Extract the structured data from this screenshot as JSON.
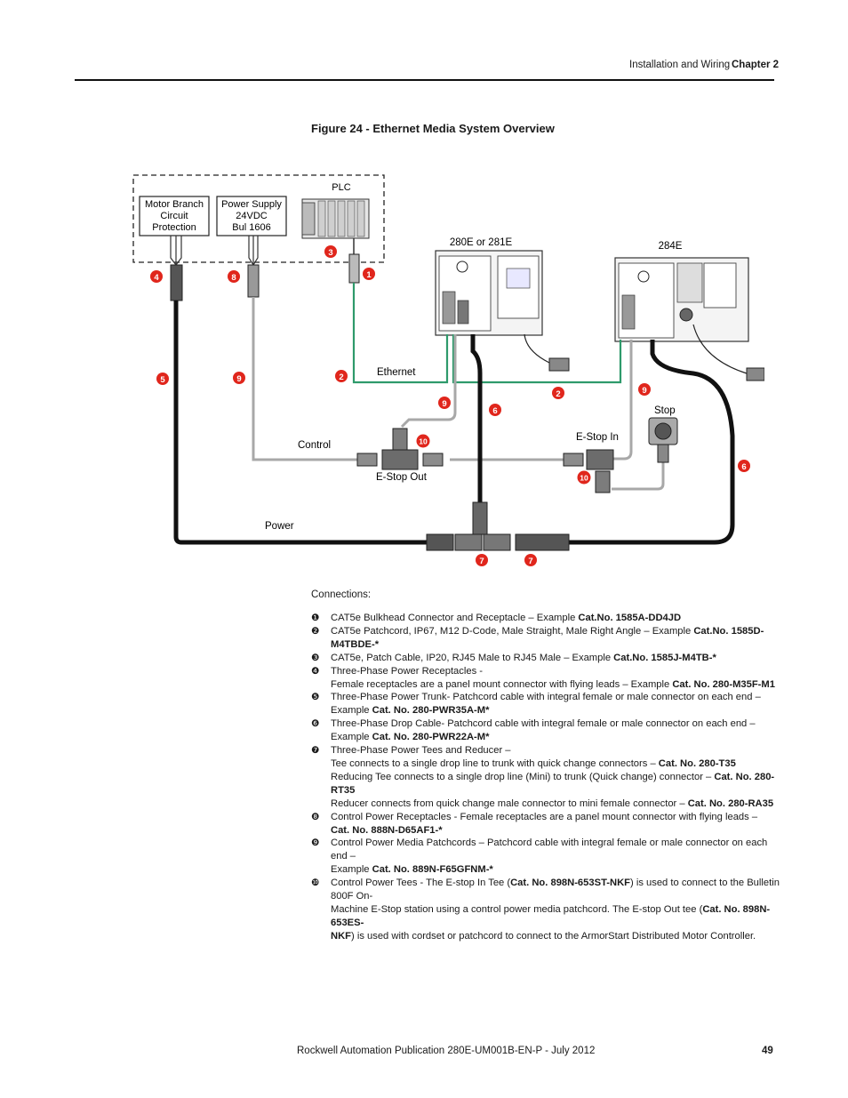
{
  "header": {
    "section": "Installation and Wiring",
    "chapter": "Chapter 2"
  },
  "figure": {
    "title": "Figure 24 - Ethernet Media System Overview",
    "labels": {
      "motor_branch": [
        "Motor Branch",
        "Circuit",
        "Protection"
      ],
      "power_supply": [
        "Power Supply",
        "24VDC",
        "Bul 1606"
      ],
      "plc": "PLC",
      "unit_280": "280E or 281E",
      "unit_284": "284E",
      "ethernet": "Ethernet",
      "control": "Control",
      "e_stop_out": "E-Stop Out",
      "e_stop_in": "E-Stop In",
      "stop": "Stop",
      "power": "Power"
    },
    "callouts": {
      "c4": "4",
      "c8": "8",
      "c3": "3",
      "c1": "1",
      "c5": "5",
      "c9a": "9",
      "c2a": "2",
      "c9b": "9",
      "c6a": "6",
      "c2b": "2",
      "c9c": "9",
      "c10a": "10",
      "c10b": "10",
      "c6b": "6",
      "c7a": "7",
      "c7b": "7"
    },
    "colors": {
      "ethernet": "#2e9a6b",
      "control": "#a8a8a8",
      "power": "#111111",
      "callout": "#e0261c"
    }
  },
  "connections": {
    "title": "Connections:",
    "items": [
      {
        "num": "❶",
        "lines": [
          {
            "t": "CAT5e Bulkhead Connector and Receptacle – Example ",
            "b": "Cat.No. 1585A-DD4JD",
            "a": ""
          }
        ]
      },
      {
        "num": "❷",
        "lines": [
          {
            "t": "CAT5e Patchcord, IP67, M12 D-Code, Male Straight, Male Right Angle – Example ",
            "b": "Cat.No. 1585D-M4TBDE-*",
            "a": ""
          }
        ]
      },
      {
        "num": "❸",
        "lines": [
          {
            "t": "CAT5e, Patch Cable, IP20, RJ45 Male to RJ45 Male – Example ",
            "b": "Cat.No. 1585J-M4TB-*",
            "a": ""
          }
        ]
      },
      {
        "num": "❹",
        "lines": [
          {
            "t": "Three-Phase Power Receptacles -",
            "b": "",
            "a": ""
          },
          {
            "t": "Female receptacles are a panel mount connector with flying leads – Example ",
            "b": "Cat. No. 280-M35F-M1",
            "a": ""
          }
        ]
      },
      {
        "num": "❺",
        "lines": [
          {
            "t": "Three-Phase Power Trunk- Patchcord cable with integral female or male connector on each end –",
            "b": "",
            "a": ""
          },
          {
            "t": "Example ",
            "b": "Cat. No. 280-PWR35A-M*",
            "a": ""
          }
        ]
      },
      {
        "num": "❻",
        "lines": [
          {
            "t": "Three-Phase Drop Cable- Patchcord cable with integral female or male connector on each end –",
            "b": "",
            "a": ""
          },
          {
            "t": "Example ",
            "b": "Cat. No. 280-PWR22A-M*",
            "a": ""
          }
        ]
      },
      {
        "num": "❼",
        "lines": [
          {
            "t": "Three-Phase Power Tees and Reducer –",
            "b": "",
            "a": ""
          },
          {
            "t": "Tee connects to a single drop line to trunk with quick change connectors – ",
            "b": "Cat. No. 280-T35",
            "a": ""
          },
          {
            "t": "Reducing Tee connects to a single drop line (Mini) to trunk (Quick change) connector – ",
            "b": "Cat. No. 280-RT35",
            "a": ""
          },
          {
            "t": "Reducer connects from quick change male connector to mini female connector – ",
            "b": "Cat. No. 280-RA35",
            "a": ""
          }
        ]
      },
      {
        "num": "❽",
        "lines": [
          {
            "t": "Control Power Receptacles - Female receptacles are a panel mount connector with flying leads –",
            "b": "",
            "a": ""
          },
          {
            "t": "",
            "b": "Cat. No. 888N-D65AF1-*",
            "a": ""
          }
        ]
      },
      {
        "num": "❾",
        "lines": [
          {
            "t": "Control Power Media Patchcords – Patchcord cable with integral female or male connector on each end –",
            "b": "",
            "a": ""
          },
          {
            "t": "Example ",
            "b": "Cat. No. 889N-F65GFNM-*",
            "a": ""
          }
        ]
      },
      {
        "num": "❿",
        "lines": [
          {
            "t": "Control Power Tees - The E-stop In Tee (",
            "b": "Cat. No. 898N-653ST-NKF",
            "a": ") is used to connect to the Bulletin 800F On-"
          },
          {
            "t": "Machine E-Stop station using a control power media patchcord. The E-stop Out tee (",
            "b": "Cat. No. 898N-653ES-",
            "a": ""
          },
          {
            "t": "",
            "b": "NKF",
            "a": ") is used with cordset or patchcord to connect to the ArmorStart Distributed Motor Controller."
          }
        ]
      }
    ]
  },
  "footer": {
    "publication": "Rockwell Automation Publication 280E-UM001B-EN-P - July 2012",
    "page": "49"
  }
}
